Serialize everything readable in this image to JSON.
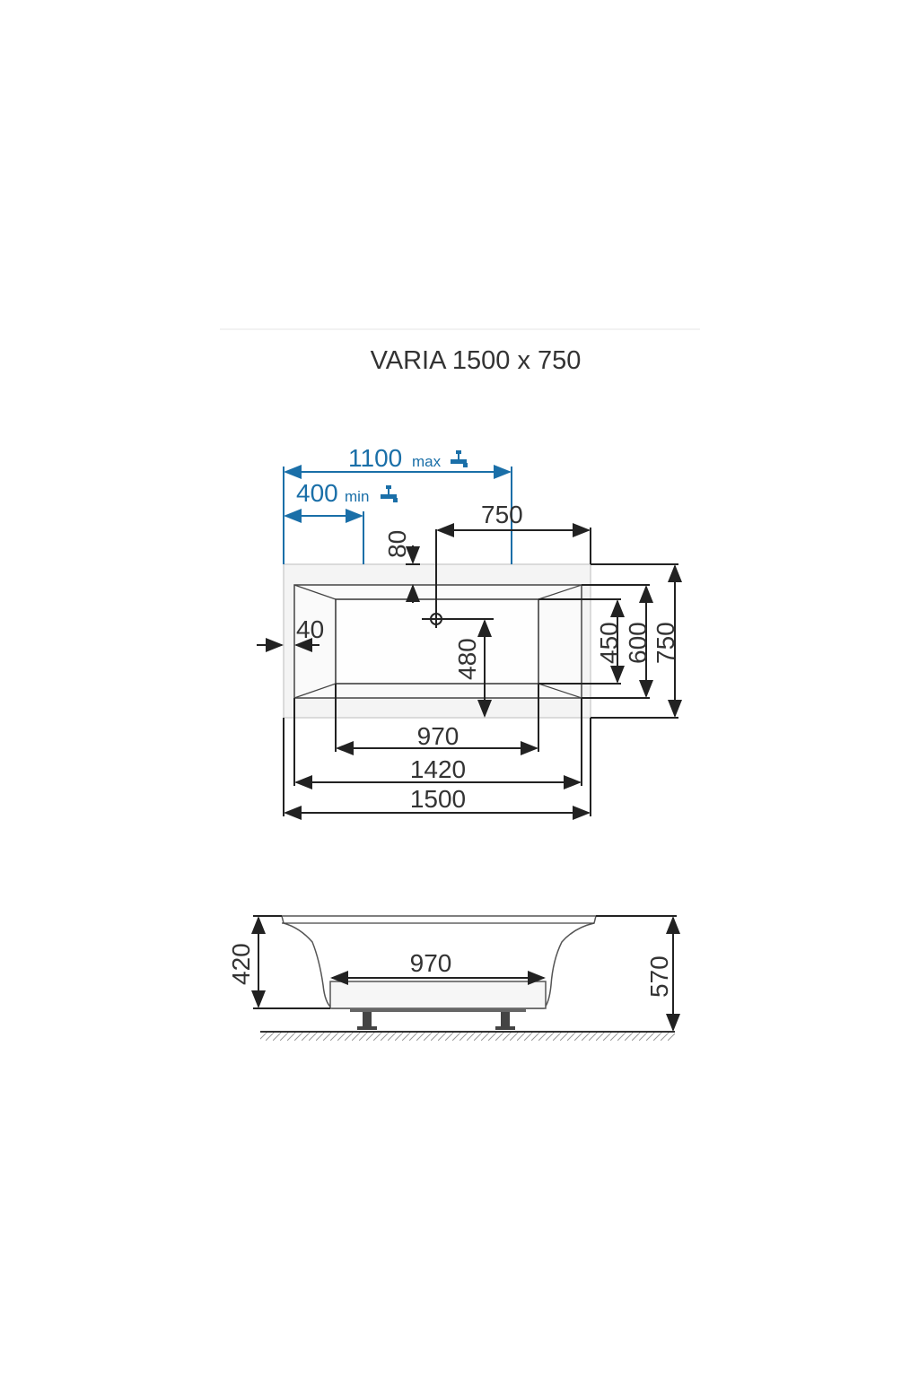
{
  "title": "VARIA 1500 x 750",
  "top_view": {
    "faucet_max": {
      "value": "1100",
      "suffix": "max"
    },
    "faucet_min": {
      "value": "400",
      "suffix": "min"
    },
    "drain_offset": "750",
    "drain_from_edge": "80",
    "rim_width": "40",
    "drain_to_side": "480",
    "inner_width_small": "450",
    "inner_width_mid": "600",
    "outer_width": "750",
    "inner_length": "970",
    "inner_rim_length": "1420",
    "outer_length": "1500"
  },
  "side_view": {
    "bottom_length": "970",
    "depth": "420",
    "height": "570"
  },
  "colors": {
    "blue_dimensions": "#1a6fa8",
    "black_dimensions": "#222222"
  }
}
